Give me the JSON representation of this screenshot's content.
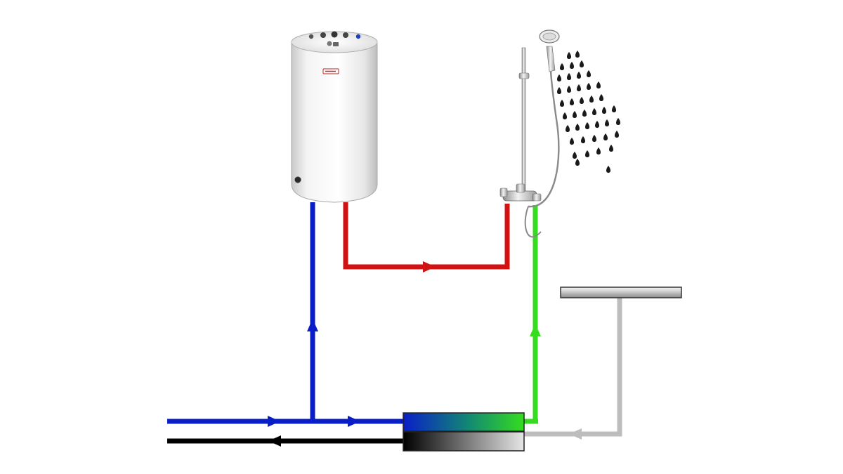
{
  "diagram": {
    "components": [
      {
        "id": "water-heater",
        "icon": "cylindrical-water-heater-icon"
      },
      {
        "id": "shower",
        "icon": "shower-mixer-icon"
      },
      {
        "id": "shower-tray",
        "icon": "shower-tray-icon"
      },
      {
        "id": "heat-exchanger",
        "icon": "drain-heat-exchanger-icon"
      }
    ],
    "flows": [
      {
        "id": "cold-supply",
        "color": "#0a1ec8",
        "from": "mains",
        "to": "water-heater"
      },
      {
        "id": "hot-supply",
        "color": "#d11212",
        "from": "water-heater",
        "to": "shower"
      },
      {
        "id": "preheated-supply",
        "color": "#35dc1f",
        "from": "heat-exchanger",
        "to": "shower"
      },
      {
        "id": "grey-waste",
        "color": "#bdbdbd",
        "from": "shower-tray",
        "to": "heat-exchanger"
      },
      {
        "id": "drain-outflow",
        "color": "#000000",
        "from": "heat-exchanger",
        "to": "sewer"
      }
    ]
  }
}
